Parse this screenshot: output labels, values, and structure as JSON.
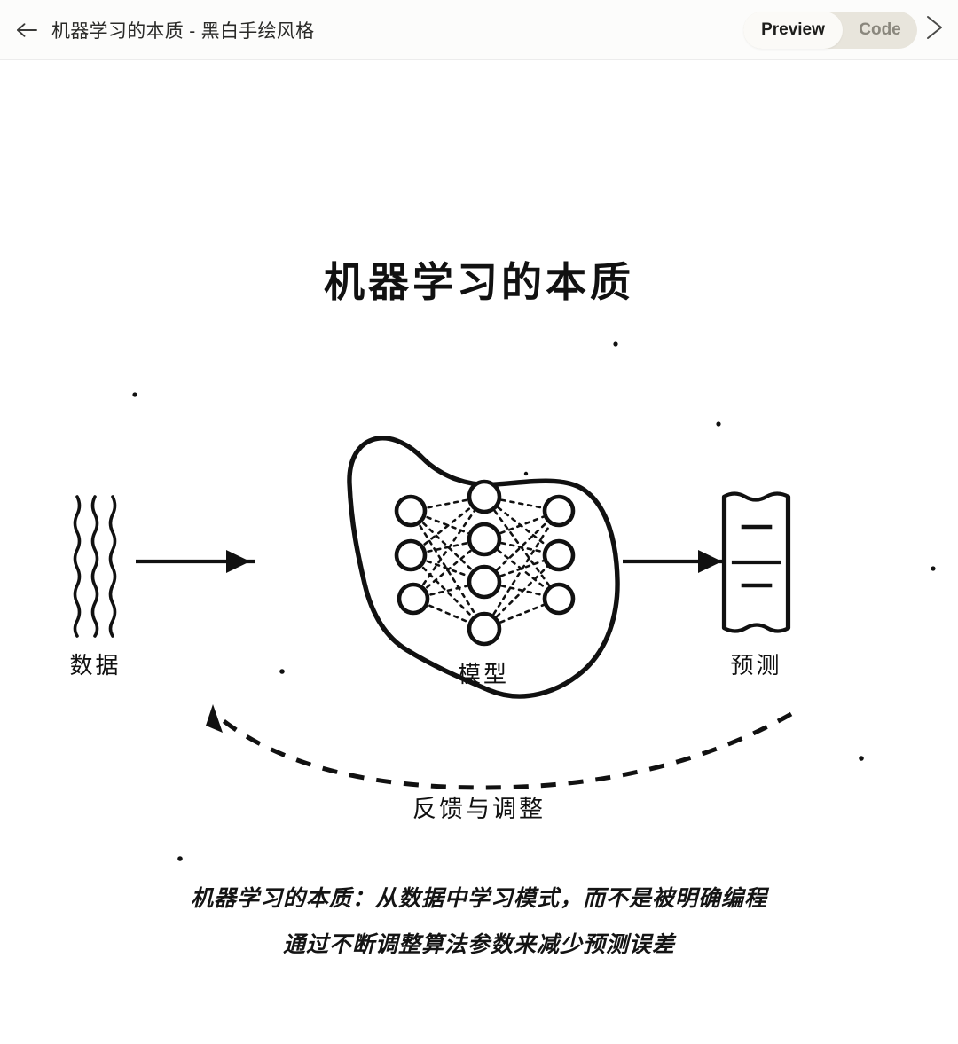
{
  "header": {
    "back_icon": "arrow-left-icon",
    "title": "机器学习的本质 - 黑白手绘风格",
    "segmented": {
      "preview_label": "Preview",
      "code_label": "Code",
      "active": "Preview"
    },
    "close_icon": "close-chevron-icon",
    "background_color": "#fcfcfb",
    "segment_track_color": "#e8e5dc",
    "segment_active_color": "#fbfaf7"
  },
  "diagram": {
    "title": "机器学习的本质",
    "stroke_color": "#111111",
    "background_color": "#ffffff",
    "nodes": {
      "data_label": "数据",
      "model_label": "模型",
      "prediction_label": "预测",
      "feedback_label": "反馈与调整"
    },
    "network": {
      "input_count": 3,
      "hidden_count": 4,
      "output_count": 3,
      "connection_style": "dotted"
    },
    "captions": [
      "机器学习的本质：从数据中学习模式，而不是被明确编程",
      "通过不断调整算法参数来减少预测误差"
    ]
  }
}
